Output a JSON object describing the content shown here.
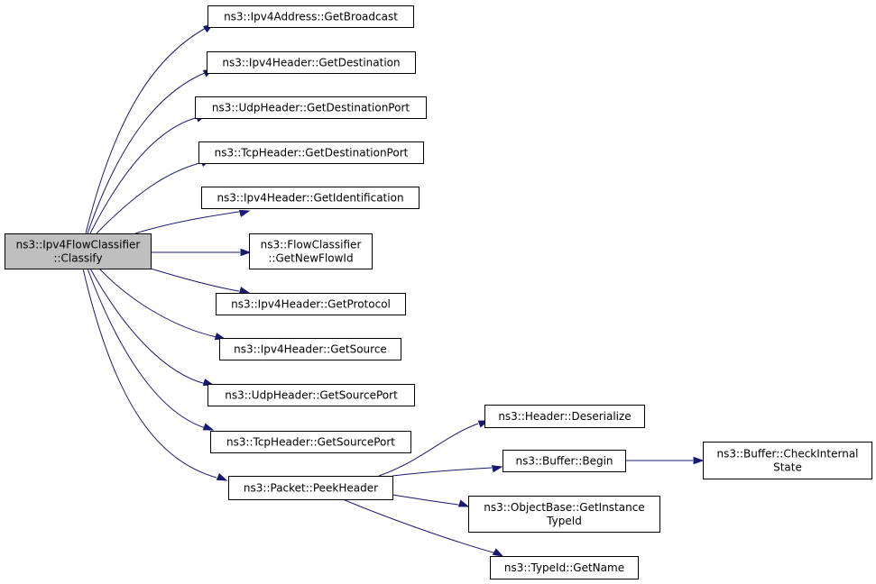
{
  "colors": {
    "edge": "#191970",
    "root_fill": "#bfbfbf",
    "node_fill": "#ffffff",
    "node_border": "#000000"
  },
  "nodes": [
    {
      "id": "classify",
      "lines": [
        "ns3::Ipv4FlowClassifier",
        "::Classify"
      ],
      "root": true
    },
    {
      "id": "getbroadcast",
      "lines": [
        "ns3::Ipv4Address::GetBroadcast"
      ]
    },
    {
      "id": "getdestination",
      "lines": [
        "ns3::Ipv4Header::GetDestination"
      ]
    },
    {
      "id": "udp-getdestport",
      "lines": [
        "ns3::UdpHeader::GetDestinationPort"
      ]
    },
    {
      "id": "tcp-getdestport",
      "lines": [
        "ns3::TcpHeader::GetDestinationPort"
      ]
    },
    {
      "id": "getidentification",
      "lines": [
        "ns3::Ipv4Header::GetIdentification"
      ]
    },
    {
      "id": "getnewflowid",
      "lines": [
        "ns3::FlowClassifier",
        "::GetNewFlowId"
      ]
    },
    {
      "id": "getprotocol",
      "lines": [
        "ns3::Ipv4Header::GetProtocol"
      ]
    },
    {
      "id": "getsource",
      "lines": [
        "ns3::Ipv4Header::GetSource"
      ]
    },
    {
      "id": "udp-getsourceport",
      "lines": [
        "ns3::UdpHeader::GetSourcePort"
      ]
    },
    {
      "id": "tcp-getsourceport",
      "lines": [
        "ns3::TcpHeader::GetSourcePort"
      ]
    },
    {
      "id": "peekheader",
      "lines": [
        "ns3::Packet::PeekHeader"
      ]
    },
    {
      "id": "deserialize",
      "lines": [
        "ns3::Header::Deserialize"
      ]
    },
    {
      "id": "begin",
      "lines": [
        "ns3::Buffer::Begin"
      ]
    },
    {
      "id": "checkinternalstate",
      "lines": [
        "ns3::Buffer::CheckInternal",
        "State"
      ]
    },
    {
      "id": "getinstancetypeid",
      "lines": [
        "ns3::ObjectBase::GetInstance",
        "TypeId"
      ]
    },
    {
      "id": "getname",
      "lines": [
        "ns3::TypeId::GetName"
      ]
    }
  ],
  "edges": [
    [
      "classify",
      "getbroadcast"
    ],
    [
      "classify",
      "getdestination"
    ],
    [
      "classify",
      "udp-getdestport"
    ],
    [
      "classify",
      "tcp-getdestport"
    ],
    [
      "classify",
      "getidentification"
    ],
    [
      "classify",
      "getnewflowid"
    ],
    [
      "classify",
      "getprotocol"
    ],
    [
      "classify",
      "getsource"
    ],
    [
      "classify",
      "udp-getsourceport"
    ],
    [
      "classify",
      "tcp-getsourceport"
    ],
    [
      "classify",
      "peekheader"
    ],
    [
      "peekheader",
      "deserialize"
    ],
    [
      "peekheader",
      "begin"
    ],
    [
      "peekheader",
      "getinstancetypeid"
    ],
    [
      "peekheader",
      "getname"
    ],
    [
      "begin",
      "checkinternalstate"
    ]
  ]
}
